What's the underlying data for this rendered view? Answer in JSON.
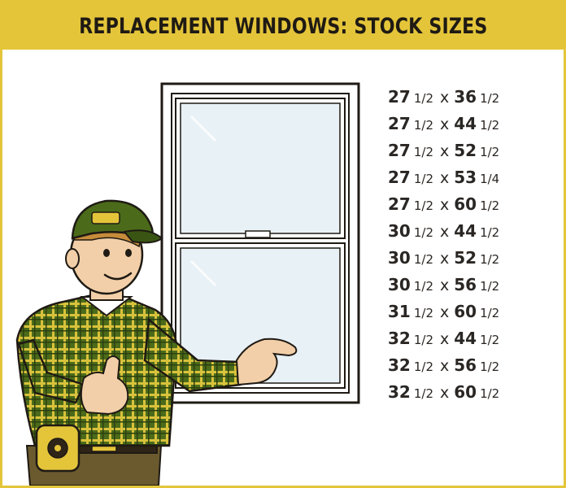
{
  "title": "REPLACEMENT WINDOWS: STOCK SIZES",
  "colors": {
    "accent": "#e4c53a",
    "shirt_green": "#4b6b1a",
    "shirt_check": "#d9c23c",
    "skin": "#f2cfa8",
    "window_glass": "#e8f1f6"
  },
  "icons": [
    "window-illustration",
    "handyman-illustration",
    "tape-measure-icon"
  ],
  "sizes": [
    {
      "w_whole": "27",
      "w_frac": "1/2",
      "sep": "x",
      "h_whole": "36",
      "h_frac": "1/2"
    },
    {
      "w_whole": "27",
      "w_frac": "1/2",
      "sep": "x",
      "h_whole": "44",
      "h_frac": "1/2"
    },
    {
      "w_whole": "27",
      "w_frac": "1/2",
      "sep": "x",
      "h_whole": "52",
      "h_frac": "1/2"
    },
    {
      "w_whole": "27",
      "w_frac": "1/2",
      "sep": "x",
      "h_whole": "53",
      "h_frac": "1/4"
    },
    {
      "w_whole": "27",
      "w_frac": "1/2",
      "sep": "x",
      "h_whole": "60",
      "h_frac": "1/2"
    },
    {
      "w_whole": "30",
      "w_frac": "1/2",
      "sep": "x",
      "h_whole": "44",
      "h_frac": "1/2"
    },
    {
      "w_whole": "30",
      "w_frac": "1/2",
      "sep": "x",
      "h_whole": "52",
      "h_frac": "1/2"
    },
    {
      "w_whole": "30",
      "w_frac": "1/2",
      "sep": "x",
      "h_whole": "56",
      "h_frac": "1/2"
    },
    {
      "w_whole": "31",
      "w_frac": "1/2",
      "sep": "x",
      "h_whole": "60",
      "h_frac": "1/2"
    },
    {
      "w_whole": "32",
      "w_frac": "1/2",
      "sep": "x",
      "h_whole": "44",
      "h_frac": "1/2"
    },
    {
      "w_whole": "32",
      "w_frac": "1/2",
      "sep": "x",
      "h_whole": "56",
      "h_frac": "1/2"
    },
    {
      "w_whole": "32",
      "w_frac": "1/2",
      "sep": "x",
      "h_whole": "60",
      "h_frac": "1/2"
    }
  ]
}
